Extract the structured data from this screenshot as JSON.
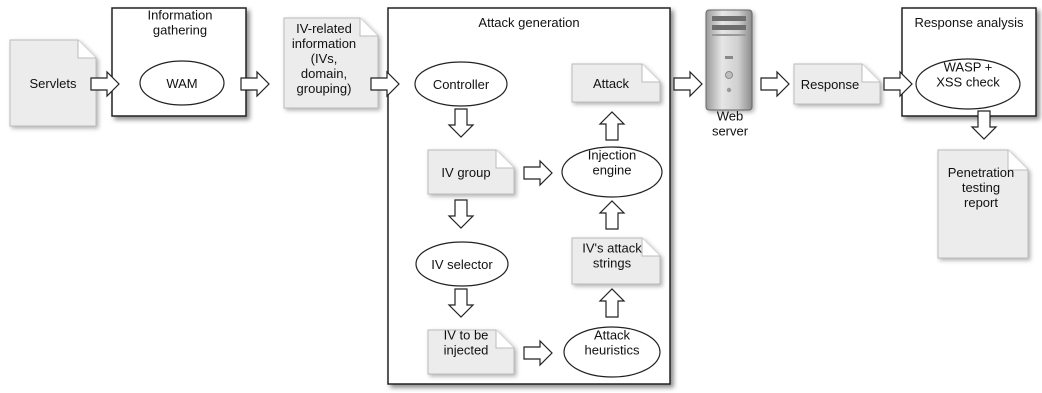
{
  "boxes": {
    "info_gathering": "Information\ngathering",
    "attack_generation": "Attack generation",
    "response_analysis": "Response analysis"
  },
  "docs": {
    "servlets": "Servlets",
    "iv_info": "IV-related\ninformation\n(IVs,\ndomain,\ngrouping)",
    "iv_group": "IV group",
    "iv_injected": "IV to be\ninjected",
    "attack_strings": "IV's attack\nstrings",
    "attack": "Attack",
    "response": "Response",
    "report": "Penetration\ntesting\nreport"
  },
  "nodes": {
    "wam": "WAM",
    "controller": "Controller",
    "iv_selector": "IV selector",
    "attack_heuristics": "Attack\nheuristics",
    "injection_engine": "Injection\nengine",
    "wasp": "WASP +\nXSS check"
  },
  "server": {
    "label": "Web\nserver"
  },
  "colors": {
    "doc_fill": "#ececec",
    "box_stroke": "#222222",
    "arrow_fill": "#ffffff"
  }
}
